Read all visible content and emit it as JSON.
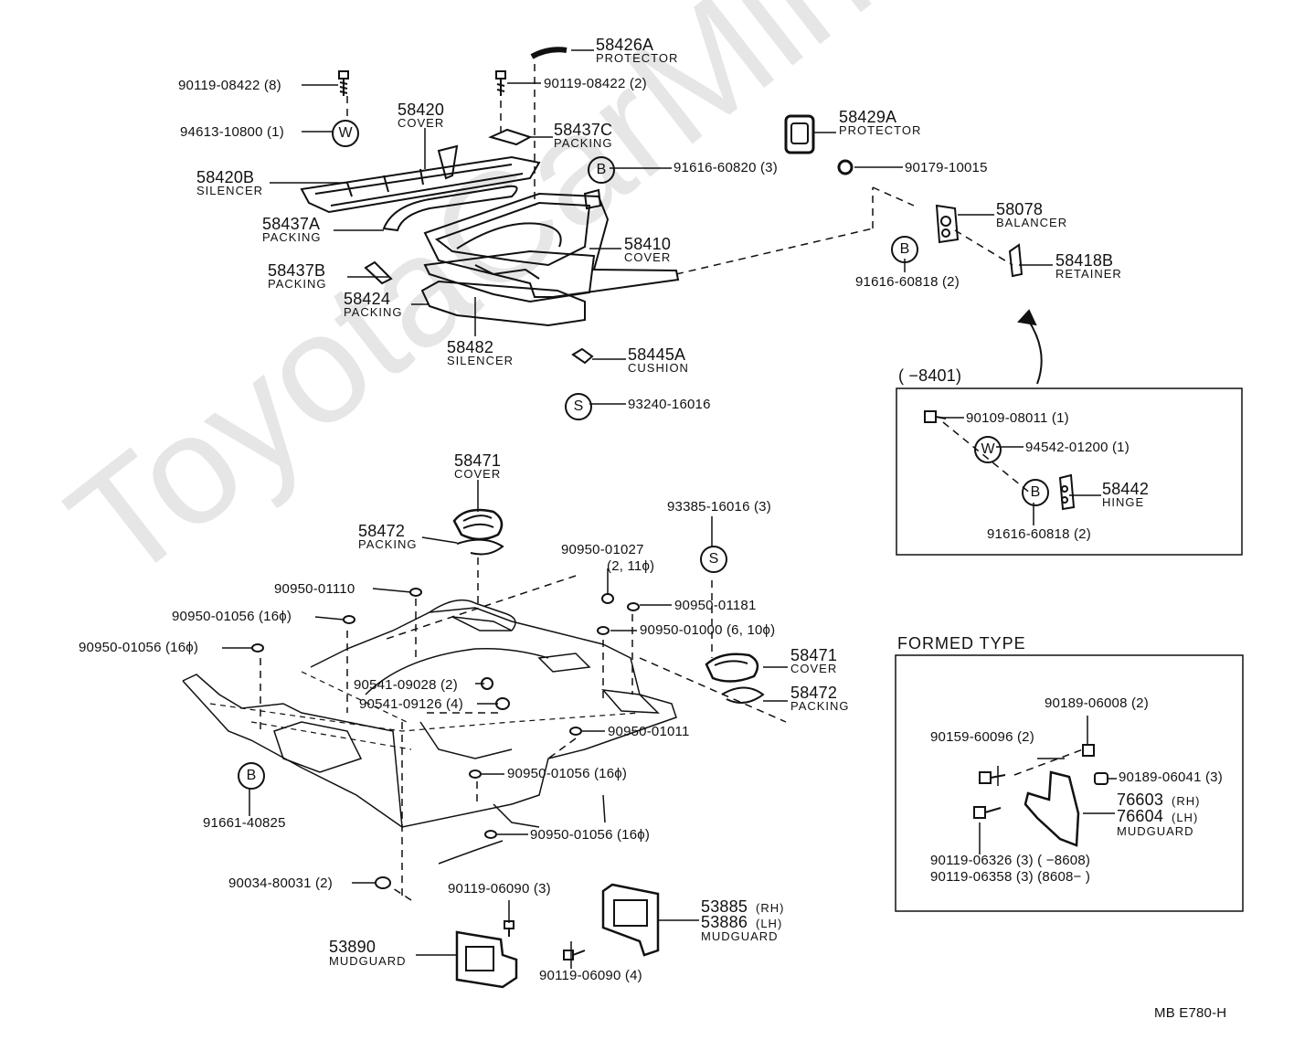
{
  "watermark": "ToyotaCarMine.ru",
  "circles": {
    "W": "W",
    "B": "B",
    "S": "S"
  },
  "parts": {
    "p58426A": "58426A",
    "p58426A_n": "PROTECTOR",
    "p90119_08422_8": "90119-08422 (8)",
    "p90119_08422_2": "90119-08422 (2)",
    "p58420": "58420",
    "p58420_n": "COVER",
    "p94613": "94613-10800 (1)",
    "p58437C": "58437C",
    "p58437C_n": "PACKING",
    "p58420B": "58420B",
    "p58420B_n": "SILENCER",
    "p91616_60820": "91616-60820 (3)",
    "p58437A": "58437A",
    "p58437A_n": "PACKING",
    "p58410": "58410",
    "p58410_n": "COVER",
    "p58437B": "58437B",
    "p58437B_n": "PACKING",
    "p58424": "58424",
    "p58424_n": "PACKING",
    "p58482": "58482",
    "p58482_n": "SILENCER",
    "p58445A": "58445A",
    "p58445A_n": "CUSHION",
    "p93240": "93240-16016",
    "p58429A": "58429A",
    "p58429A_n": "PROTECTOR",
    "p90179": "90179-10015",
    "p58078": "58078",
    "p58078_n": "BALANCER",
    "p58418B": "58418B",
    "p58418B_n": "RETAINER",
    "p91616_60818": "91616-60818 (2)",
    "p58471": "58471",
    "p58471_n": "COVER",
    "p58472": "58472",
    "p58472_n": "PACKING",
    "p93385": "93385-16016 (3)",
    "p90950_01027": "90950-01027",
    "p90950_01027_q": "(2, 11ϕ)",
    "p90950_01110": "90950-01110",
    "p90950_01181": "90950-01181",
    "p90950_01056_a": "90950-01056 (16ϕ)",
    "p90950_01000": "90950-01000 (6, 10ϕ)",
    "p90950_01056_b": "90950-01056 (16ϕ)",
    "p58471b": "58471",
    "p58471b_n": "COVER",
    "p90541_09028": "90541-09028 (2)",
    "p90541_09126": "90541-09126 (4)",
    "p58472b": "58472",
    "p58472b_n": "PACKING",
    "p90950_01011": "90950-01011",
    "p90950_01056_c": "90950-01056 (16ϕ)",
    "p91661": "91661-40825",
    "p90950_01056_d": "90950-01056 (16ϕ)",
    "p90034": "90034-80031 (2)",
    "p90119_06090_3": "90119-06090 (3)",
    "p53885": "53885",
    "p53885_s": "(RH)",
    "p53886": "53886",
    "p53886_s": "(LH)",
    "p53886_n": "MUDGUARD",
    "p53890": "53890",
    "p53890_n": "MUDGUARD",
    "p90119_06090_4": "90119-06090 (4)"
  },
  "inset1": {
    "title": "(       −8401)",
    "p90109": "90109-08011 (1)",
    "p94542": "94542-01200 (1)",
    "p58442": "58442",
    "p58442_n": "HINGE",
    "p91616": "91616-60818 (2)"
  },
  "inset2": {
    "title": "FORMED  TYPE",
    "p90189_06008": "90189-06008 (2)",
    "p90159": "90159-60096 (2)",
    "p90189_06041": "90189-06041 (3)",
    "p76603": "76603",
    "p76603_s": "(RH)",
    "p76604": "76604",
    "p76604_s": "(LH)",
    "p7660x_n": "MUDGUARD",
    "p90119_06326": "90119-06326 (3)  (          −8608)",
    "p90119_06358": "90119-06358 (3)  (8608−          )"
  },
  "footer": "MB  E780-H"
}
